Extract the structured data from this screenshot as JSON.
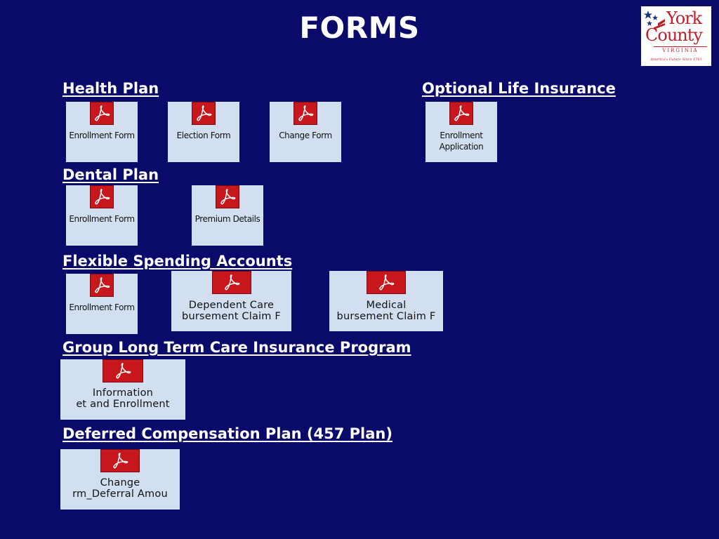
{
  "page": {
    "title": "FORMS"
  },
  "logo": {
    "line1": "York",
    "line2": "County",
    "line3": "VIRGINIA",
    "tagline": "America's Future Since 1781"
  },
  "sections": {
    "health": {
      "heading": "Health Plan",
      "tiles": [
        {
          "line1": "Enrollment Form",
          "line2": ""
        },
        {
          "line1": "Election Form",
          "line2": ""
        },
        {
          "line1": "Change Form",
          "line2": ""
        }
      ]
    },
    "life": {
      "heading": "Optional Life Insurance",
      "tiles": [
        {
          "line1": "Enrollment",
          "line2": "Application"
        }
      ]
    },
    "dental": {
      "heading": "Dental Plan",
      "tiles": [
        {
          "line1": "Enrollment Form",
          "line2": ""
        },
        {
          "line1": "Premium Details",
          "line2": ""
        }
      ]
    },
    "fsa": {
      "heading": "Flexible Spending Accounts",
      "tiles": [
        {
          "line1": "Enrollment Form",
          "line2": ""
        },
        {
          "line1": "Dependent Care",
          "line2": "bursement Claim F"
        },
        {
          "line1": "Medical",
          "line2": "bursement Claim F"
        }
      ]
    },
    "ltc": {
      "heading": "Group Long Term Care Insurance Program",
      "tiles": [
        {
          "line1": "Information",
          "line2": "et and Enrollment"
        }
      ]
    },
    "deferred": {
      "heading": "Deferred Compensation Plan (457 Plan)",
      "tiles": [
        {
          "line1": "Change",
          "line2": "rm_Deferral Amou"
        }
      ]
    }
  },
  "icons": {
    "tile_icon": "pdf-acrobat-icon"
  },
  "colors": {
    "background": "#0a0a6b",
    "tile": "#d2dff0",
    "pdf_red": "#c8161d",
    "logo_red": "#c0202a"
  }
}
